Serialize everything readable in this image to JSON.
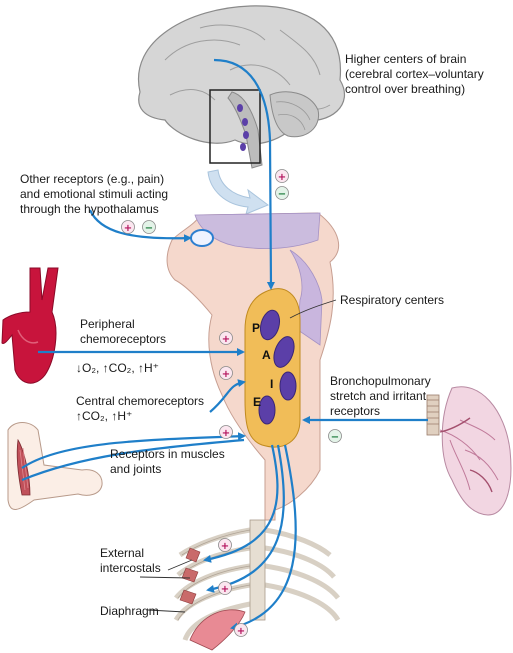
{
  "labels": {
    "higher_centers": [
      "Higher centers of brain",
      "(cerebral cortex–voluntary",
      "control over breathing)"
    ],
    "other_receptors": [
      "Other receptors (e.g., pain)",
      "and emotional stimuli acting",
      "through the hypothalamus"
    ],
    "respiratory_centers": "Respiratory centers",
    "peripheral": [
      "Peripheral",
      "chemoreceptors"
    ],
    "peripheral_stimuli": "↓O₂, ↑CO₂, ↑H⁺",
    "central": [
      "Central chemoreceptors",
      "↑CO₂, ↑H⁺"
    ],
    "bronchopulmonary": [
      "Bronchopulmonary",
      "stretch and irritant",
      "receptors"
    ],
    "muscles": [
      "Receptors in muscles",
      "and joints"
    ],
    "intercostals": [
      "External",
      "intercostals"
    ],
    "diaphragm": "Diaphragm"
  },
  "center_letters": [
    "P",
    "A",
    "I",
    "E"
  ],
  "signs": {
    "plus": "+",
    "minus": "−"
  },
  "colors": {
    "arrow": "#1f7fc9",
    "brain": "#d4d4d4",
    "neuron": "#5b3fa8",
    "center_zone": "#f1bd58",
    "tissue": "#f3d4c8",
    "hypothalamus": "#c8b8dc",
    "artery": "#c8143c",
    "lung": "#f2d6e2",
    "intercostal": "#c96a6a",
    "minus_sign": "#1a7a3a",
    "plus_sign": "#b3125c"
  }
}
